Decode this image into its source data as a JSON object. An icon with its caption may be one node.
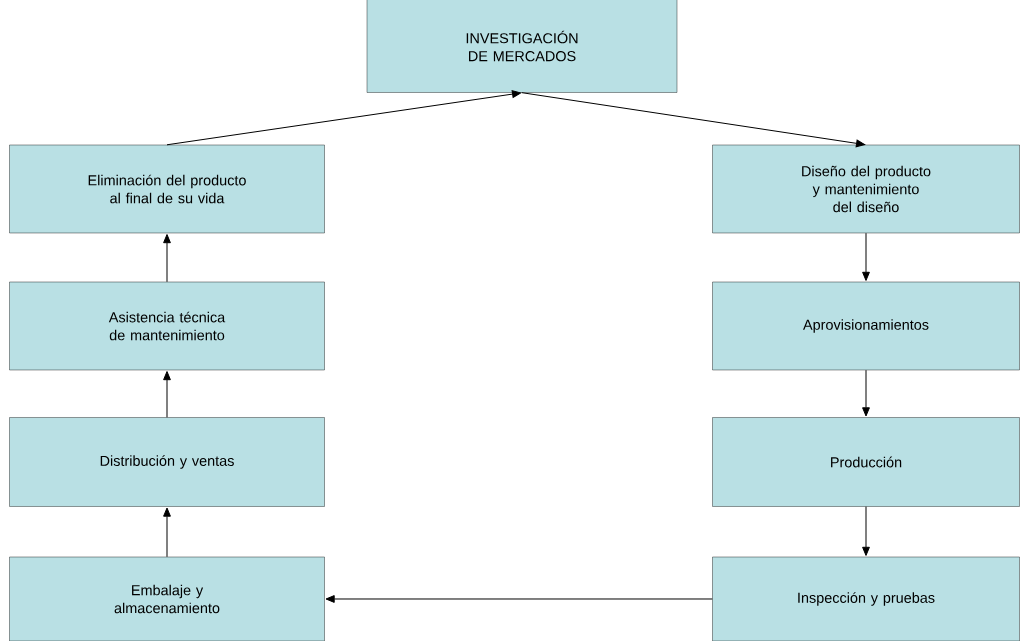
{
  "diagram": {
    "nodes": [
      {
        "text": [
          "INVESTIGACIÓN DE MERCADOS"
        ]
      },
      {
        "text": [
          "Eliminación del producto al final de su vida"
        ]
      },
      {
        "text": [
          "Diseño del producto y mantenimiento del diseño"
        ]
      },
      {
        "text": [
          "Asistencia técnica de mantenimiento"
        ]
      },
      {
        "text": [
          "Aprovisionamientos"
        ]
      },
      {
        "text": [
          "Distribución y ventas"
        ]
      },
      {
        "text": [
          "Producción"
        ]
      },
      {
        "text": [
          "Embalaje y almacenamiento"
        ]
      },
      {
        "text": [
          "Inspección y pruebas"
        ]
      }
    ],
    "edges": [
      {
        "from": 1,
        "to": 0,
        "arrow": "to"
      },
      {
        "from": 0,
        "to": 2,
        "arrow": "to"
      },
      {
        "from": 2,
        "to": 4,
        "arrow": "to"
      },
      {
        "from": 4,
        "to": 6,
        "arrow": "to"
      },
      {
        "from": 6,
        "to": 8,
        "arrow": "to"
      },
      {
        "from": 8,
        "to": 7,
        "arrow": "to"
      },
      {
        "from": 7,
        "to": 5,
        "arrow": "to"
      },
      {
        "from": 5,
        "to": 3,
        "arrow": "to"
      },
      {
        "from": 3,
        "to": 1,
        "arrow": "to"
      }
    ]
  }
}
